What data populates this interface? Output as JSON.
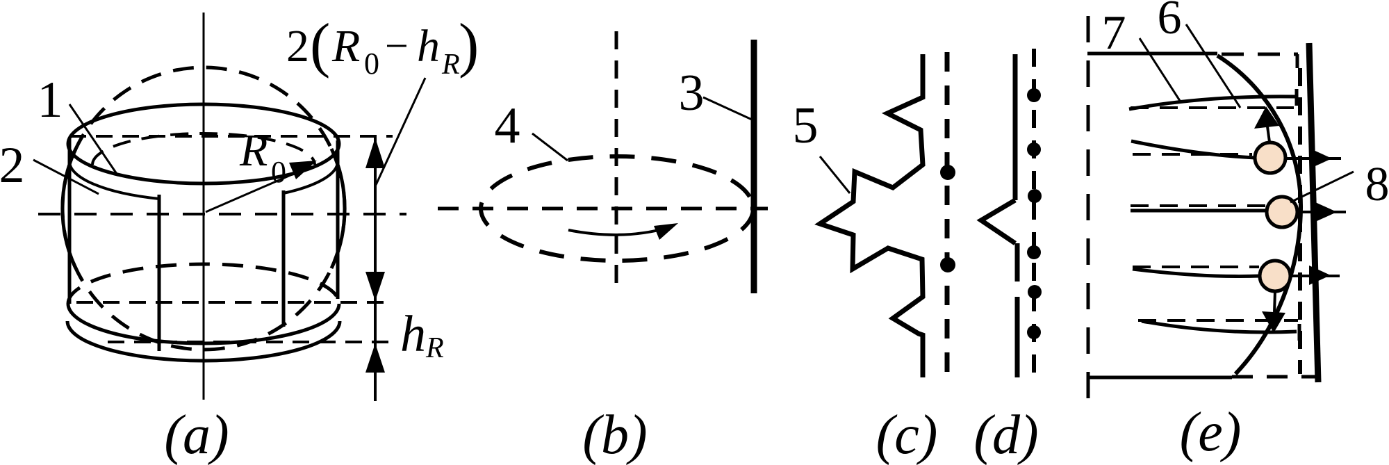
{
  "figure": {
    "colors": {
      "ink": "#000000",
      "bead_fill": "#f8dfc8",
      "background": "#ffffff"
    },
    "panels": {
      "a": {
        "caption": "(a)",
        "callout_1": "1",
        "callout_2": "2",
        "dim_top": {
          "two": "2",
          "open": "(",
          "r": "R",
          "r_sub": "0",
          "minus": "−",
          "h": "h",
          "h_sub": "R",
          "close": ")"
        },
        "radius": {
          "r": "R",
          "sub": "0"
        },
        "height": {
          "h": "h",
          "sub": "R"
        }
      },
      "b": {
        "caption": "(b)",
        "callout_3": "3",
        "callout_4": "4"
      },
      "c": {
        "caption": "(c)",
        "callout_5": "5"
      },
      "d": {
        "caption": "(d)"
      },
      "e": {
        "caption": "(e)",
        "callout_6": "6",
        "callout_7": "7",
        "callout_8": "8"
      }
    }
  }
}
